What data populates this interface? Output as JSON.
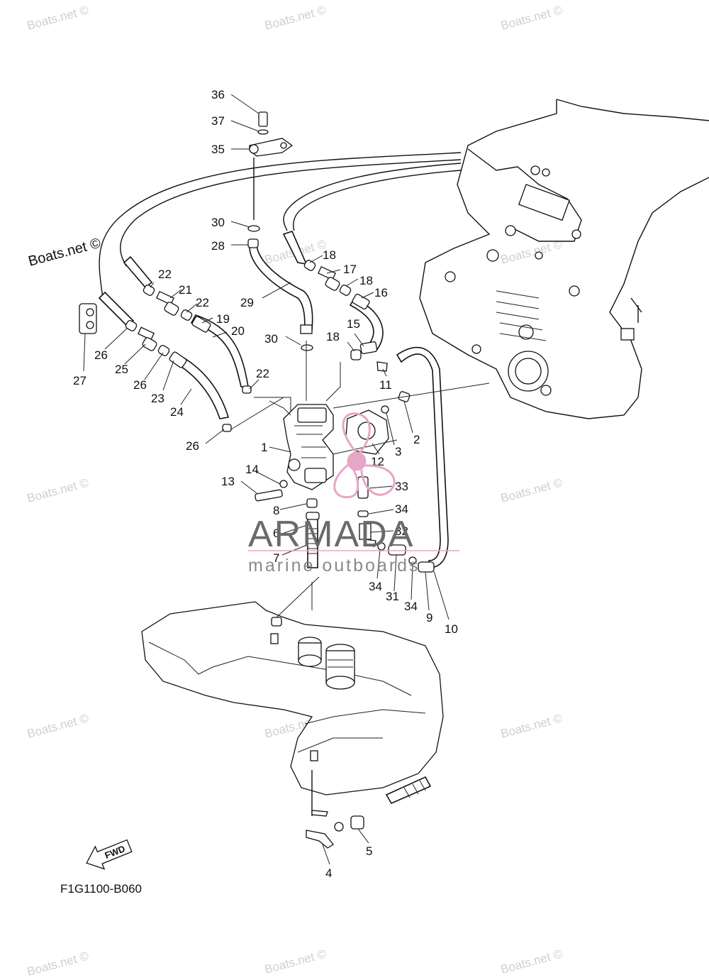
{
  "diagram": {
    "part_labels": [
      "1",
      "2",
      "3",
      "4",
      "5",
      "6",
      "7",
      "8",
      "9",
      "10",
      "11",
      "12",
      "13",
      "14",
      "15",
      "16",
      "17",
      "18",
      "18",
      "18",
      "19",
      "20",
      "21",
      "22",
      "22",
      "22",
      "23",
      "24",
      "25",
      "26",
      "26",
      "26",
      "27",
      "28",
      "29",
      "30",
      "30",
      "31",
      "32",
      "33",
      "34",
      "34",
      "34",
      "35",
      "36",
      "37"
    ],
    "diagram_code": "F1G1100-B060",
    "fwd_label": "FWD"
  },
  "watermarks": {
    "boats_net": "Boats.net ©",
    "brand_title": "ARMADA",
    "brand_subtitle": "marine outboards"
  },
  "colors": {
    "line": "#111111",
    "watermark_gray": "#cfcfcf",
    "brand_pink": "#e6a6c6",
    "brand_gray": "#6a6a6a"
  }
}
